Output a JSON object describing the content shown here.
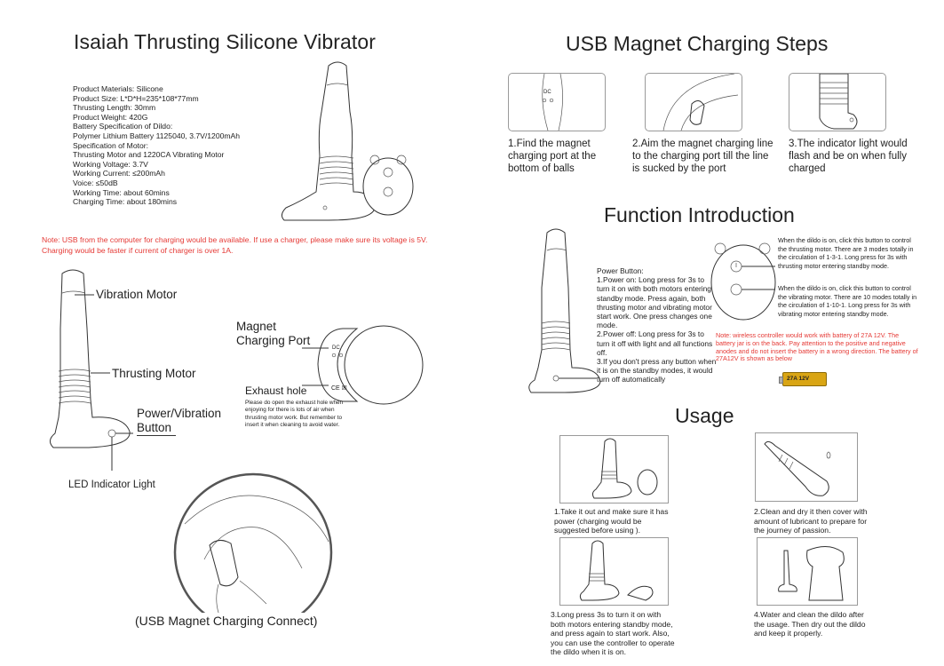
{
  "left": {
    "title": "Isaiah Thrusting Silicone Vibrator",
    "specs": [
      "Product Materials: Silicone",
      "Product Size:  L*D*H=235*108*77mm",
      "Thrusting Length: 30mm",
      "Product Weight: 420G",
      "Battery Specification of Dildo:",
      "Polymer Lithium Battery  1125040, 3.7V/1200mAh",
      "Specification of Motor:",
      "Thrusting Motor and 1220CA Vibrating Motor",
      "Working  Voltage: 3.7V",
      "Working Current: ≤200mAh",
      "Voice: ≤50dB",
      "Working Time: about 60mins",
      "Charging Time: about 180mins"
    ],
    "note": "Note: USB from the computer for charging would be available. If use a charger, please make sure its voltage is 5V. Charging would be faster if current of charger is over 1A.",
    "vibration_motor": "Vibration Motor",
    "thrusting_motor": "Thrusting Motor",
    "power_button_1": "Power/Vibration",
    "power_button_2": "Button",
    "led_light": "LED Indicator Light",
    "magnet_port_1": "Magnet",
    "magnet_port_2": "Charging Port",
    "exhaust_title": "Exhaust  hole",
    "exhaust_text": "Please do open the exhaust hole when enjoying for there is lots of air when thrusting motor work. But remember to insert it when cleaning to avoid water.",
    "dc_label": "DC",
    "ce_label": "CE ☒",
    "usb_connect": "(USB Magnet Charging Connect)"
  },
  "right": {
    "charging_title": "USB Magnet Charging Steps",
    "step1": "1.Find the magnet charging port at the bottom of balls",
    "step2": "2.Aim the magnet charging line to the charging port till the line is sucked by the port",
    "step3": "3.The indicator light would flash and be on when fully charged",
    "dc_label": "DC",
    "function_title": "Function Introduction",
    "power_button_text": "Power Button:\n1.Power on: Long press for 3s to turn it on with both motors entering standby mode. Press again, both thrusting motor and vibrating motor start work. One press changes one mode.\n2.Power off: Long press for 3s to turn it off with light and all functions off.\n3.If you don't press any button when it is on the standby modes, it would turn off automatically",
    "remote_text_1": "When the dildo is on, click this button to control the thrusting motor. There are 3 modes totally in the circulation of 1-3-1. Long press for 3s with thrusting motor entering standby mode.",
    "remote_text_2": "When the dildo is on, click this button to control the vibrating motor. There are 10 modes totally in the circulation of 1-10-1. Long press for 3s with vibrating motor entering standby mode.",
    "battery_note": "Note: wireless controller would work with battery of 27A 12V. The battery  jar  is on the back. Pay attention to the positive and  negative  anodes and do not insert the battery in a wrong direction. The battery of 27A12V is shown as below",
    "battery_label": "27A 12V",
    "usage_title": "Usage",
    "usage1": "1.Take it out and make sure it has power (charging would be suggested before using ).",
    "usage2": "2.Clean and dry it then cover with amount of lubricant to prepare for the journey of passion.",
    "usage3": "3.Long press 3s to turn it on with both motors entering standby mode, and press again to start work. Also, you can use the controller to operate the dildo when it is on.",
    "usage4": "4.Water and clean the dildo after the usage. Then dry out the dildo and keep it properly."
  },
  "colors": {
    "text": "#222222",
    "note_red": "#e53935",
    "line": "#333333",
    "battery_gold": "#d9a514"
  }
}
